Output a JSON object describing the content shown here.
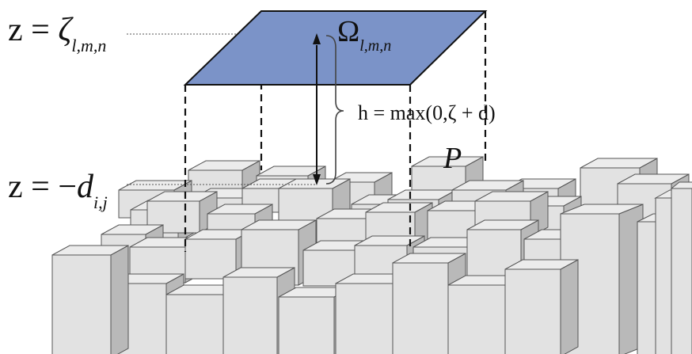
{
  "labels": {
    "surface_z_lhs": "z = ",
    "surface_z_symbol": "ζ",
    "surface_z_subscript": "l,m,n",
    "bed_z_lhs": "z = −",
    "bed_z_symbol": "d",
    "bed_z_subscript": "i,j",
    "cell_symbol": "Ω",
    "cell_subscript": "l,m,n",
    "depth_equation": "h = max(0,ζ + d)",
    "point_label": "P"
  },
  "colors": {
    "surface_fill": "#7b93c8",
    "block_top": "#ececec",
    "block_front": "#e2e2e2",
    "block_side": "#b9b9b9",
    "block_edge": "#555555"
  }
}
